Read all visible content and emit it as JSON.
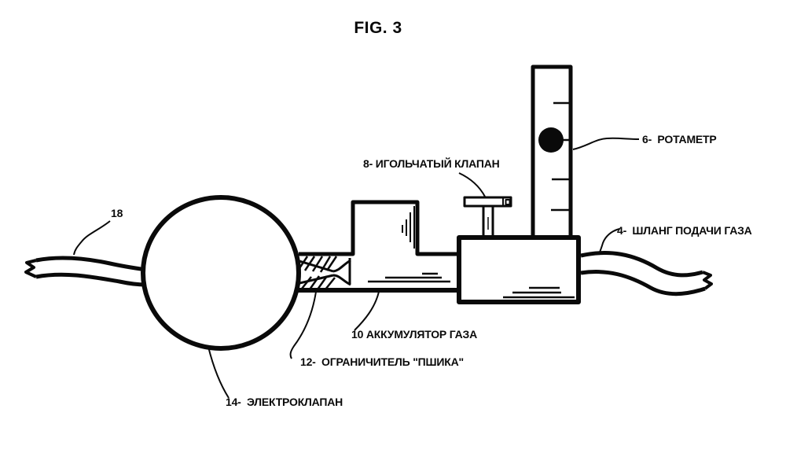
{
  "figure": {
    "title": "FIG. 3"
  },
  "colors": {
    "ink": "#0a0a0a",
    "background": "#ffffff"
  },
  "labels": {
    "hose_left": {
      "text": "18"
    },
    "needle_valve": {
      "text": "8- ИГОЛЬЧАТЫЙ КЛАПАН"
    },
    "rotameter": {
      "text": "6-  РОТАМЕТР"
    },
    "gas_supply_hose": {
      "text": "4-  ШЛАНГ ПОДАЧИ ГАЗА"
    },
    "gas_accumulator": {
      "text": "10 АККУМУЛЯТОР ГАЗА"
    },
    "pshik_restrictor": {
      "text": "12-  ОГРАНИЧИТЕЛЬ \"ПШИКА\""
    },
    "solenoid_valve": {
      "text": "14-  ЭЛЕКТРОКЛАПАН"
    }
  }
}
